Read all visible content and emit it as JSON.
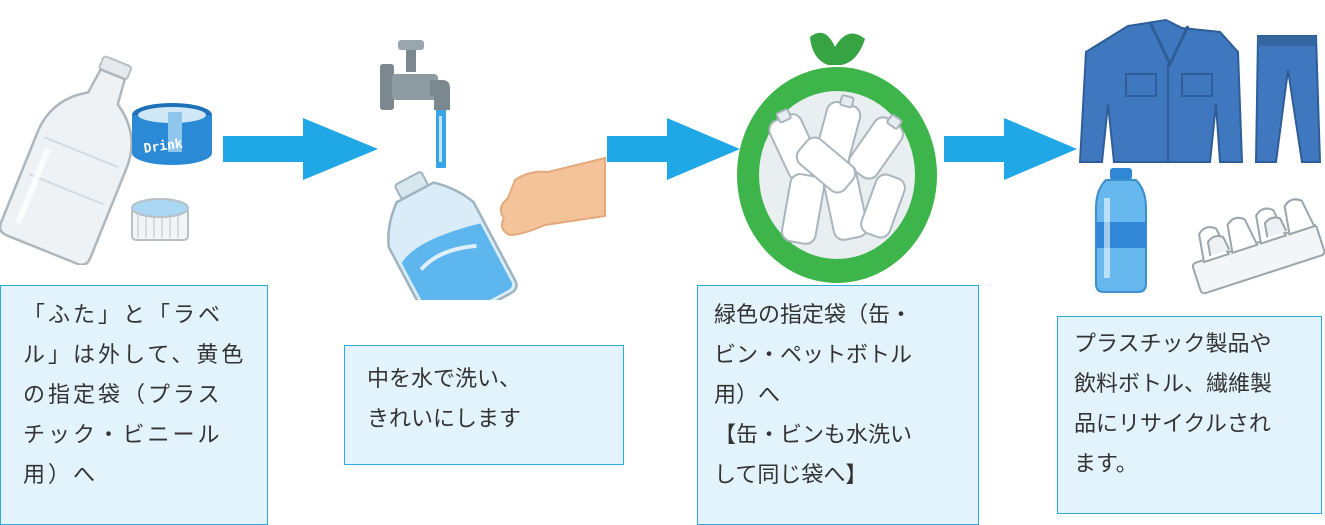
{
  "steps": [
    {
      "image": "bottle-cap-label-icon",
      "lines": [
        "「ふた」と「ラベ",
        "ル」は外して、黄色",
        "の指定袋（プラス",
        "チック・ビニール",
        "用）へ"
      ]
    },
    {
      "image": "faucet-washing-bottle-icon",
      "lines": [
        "中を水で洗い、",
        "きれいにします"
      ]
    },
    {
      "image": "green-bag-bottles-icon",
      "lines": [
        "緑色の指定袋（缶・",
        "ビン・ペットボトル",
        "用）へ",
        "【缶・ビンも水洗い",
        "して同じ袋へ】"
      ]
    },
    {
      "image": "recycled-products-icon",
      "lines": [
        "プラスチック製品や",
        "飲料ボトル、繊維製",
        "品にリサイクルされ",
        "ます。"
      ]
    }
  ],
  "colors": {
    "arrow": "#1fa7e6",
    "box_fill": "#e3f3fc",
    "box_border": "#2eaae1",
    "bag": "#3eb54a",
    "cloth": "#3f78bf"
  }
}
